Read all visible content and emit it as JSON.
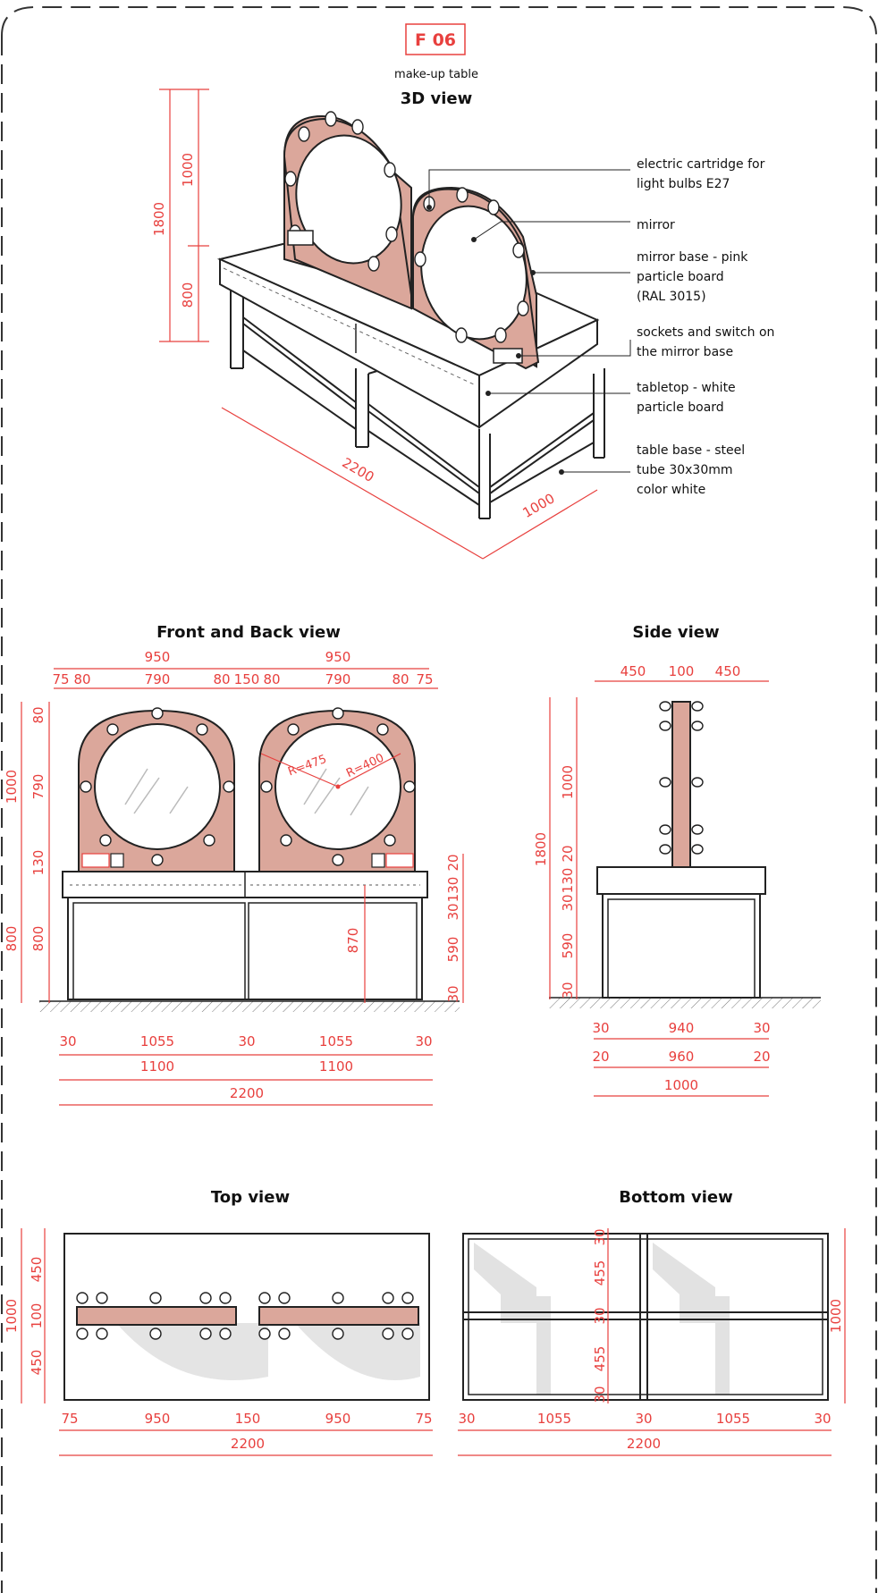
{
  "header": {
    "code": "F 06",
    "subtitle": "make-up table",
    "view_title": "3D view"
  },
  "view3d": {
    "callouts": [
      {
        "l1": "electric cartridge for",
        "l2": "light bulbs E27",
        "l3": ""
      },
      {
        "l1": "mirror",
        "l2": "",
        "l3": ""
      },
      {
        "l1": "mirror base - pink",
        "l2": "particle board",
        "l3": "(RAL 3015)"
      },
      {
        "l1": "sockets and switch on",
        "l2": "the mirror base",
        "l3": ""
      },
      {
        "l1": "tabletop - white",
        "l2": "particle board",
        "l3": ""
      },
      {
        "l1": "table base - steel",
        "l2": "tube 30x30mm",
        "l3": "color white"
      }
    ],
    "dims": {
      "total_h": "1800",
      "mirror_h": "1000",
      "table_h": "800",
      "length": "2200",
      "depth": "1000"
    }
  },
  "front": {
    "title": "Front and Back view",
    "top_dims_a": [
      "950",
      "950"
    ],
    "top_dims_b": [
      "75",
      "80",
      "790",
      "80",
      "150",
      "80",
      "790",
      "80",
      "75"
    ],
    "radius_outer": "R=475",
    "radius_inner": "R=400",
    "left_dims": {
      "total_1000": "1000",
      "total_800": "800",
      "d80": "80",
      "d790": "790",
      "d130": "130",
      "d800": "800"
    },
    "right_dims": {
      "d20": "20",
      "d130": "130",
      "d30": "30",
      "d590": "590",
      "d30b": "30",
      "d870": "870"
    },
    "bottom_row1": [
      "30",
      "1055",
      "30",
      "1055",
      "30"
    ],
    "bottom_row2": [
      "1100",
      "1100"
    ],
    "bottom_row3": "2200"
  },
  "side": {
    "title": "Side view",
    "top_dims": [
      "450",
      "100",
      "450"
    ],
    "left_dims": {
      "d1800": "1800",
      "d1000": "1000",
      "d20": "20",
      "d130": "130",
      "d30": "30",
      "d590": "590",
      "d30b": "30"
    },
    "bottom_row1": [
      "30",
      "940",
      "30"
    ],
    "bottom_row2": [
      "20",
      "960",
      "20"
    ],
    "bottom_row3": "1000"
  },
  "top": {
    "title": "Top view",
    "left_dims": {
      "d1000": "1000",
      "d450a": "450",
      "d100": "100",
      "d450b": "450"
    },
    "bottom_row1": [
      "75",
      "950",
      "150",
      "950",
      "75"
    ],
    "bottom_row2": "2200"
  },
  "bottom": {
    "title": "Bottom view",
    "right_dims": {
      "d1000": "1000"
    },
    "mid_dims": [
      "30",
      "455",
      "30",
      "455",
      "30"
    ],
    "bottom_row1": [
      "30",
      "1055",
      "30",
      "1055",
      "30"
    ],
    "bottom_row2": "2200"
  },
  "colors": {
    "accent": "#e8403e",
    "pink": "#dba79b",
    "line": "#222222"
  }
}
